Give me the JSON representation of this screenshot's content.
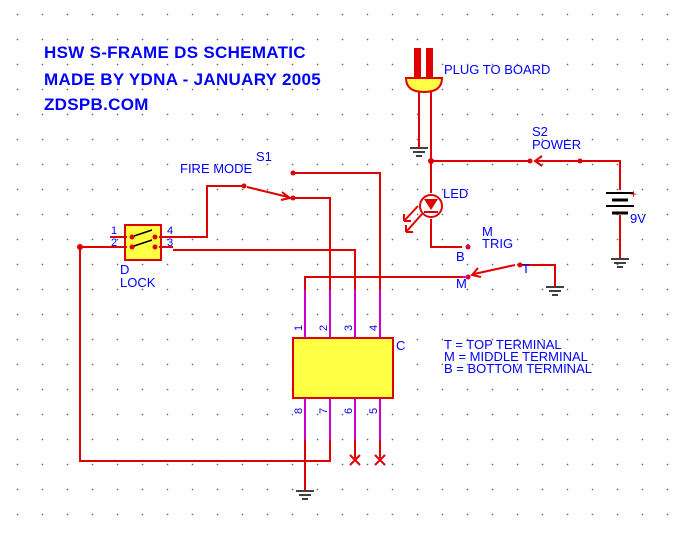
{
  "titles": {
    "line1": "HSW S-FRAME DS SCHEMATIC",
    "line2": "MADE BY YDNA - JANUARY 2005",
    "line3": "ZDSPB.COM"
  },
  "components": {
    "plug": "PLUG TO BOARD",
    "s2_ref": "S2",
    "s2_name": "POWER",
    "s1_ref": "S1",
    "s1_name": "FIRE MODE",
    "led": "LED",
    "battery": "9V",
    "trig_ref": "M",
    "trig_name": "TRIG",
    "lock_ref": "D",
    "lock_name": "LOCK",
    "chip_ref": "C"
  },
  "terminals": {
    "b": "B",
    "m": "M",
    "t": "T"
  },
  "lock_pins": [
    "1",
    "2",
    "4",
    "3"
  ],
  "chip_pins_top": [
    "1",
    "2",
    "3",
    "4"
  ],
  "chip_pins_bottom": [
    "8",
    "7",
    "6",
    "5"
  ],
  "legend": [
    "T = TOP TERMINAL",
    "M = MIDDLE TERMINAL",
    "B = BOTTOM TERMINAL"
  ],
  "colors": {
    "wire": "#e00000",
    "pin": "#cc00cc",
    "text": "#0000ff",
    "chip": "#ffff44"
  }
}
